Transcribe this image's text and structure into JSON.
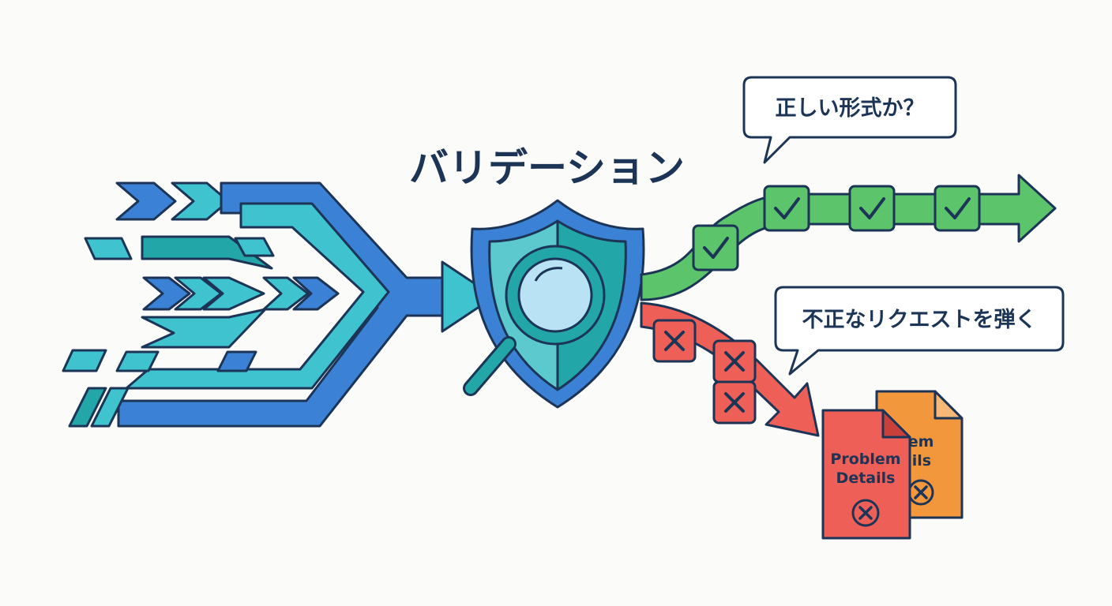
{
  "diagram": {
    "title": "バリデーション",
    "valid_bubble": "正しい形式か？",
    "invalid_bubble": "不正なリクエストを弾く",
    "problem_details_front": [
      "Problem",
      "Details"
    ],
    "problem_details_back": [
      "blem",
      "tails"
    ]
  },
  "colors": {
    "outline": "#1c3557",
    "blue": "#3b82d6",
    "teal": "#3fc3cf",
    "teal_dark": "#22a6a8",
    "shield_light": "#5cc9cf",
    "lens": "#b9e3f5",
    "green": "#5cc46a",
    "red": "#ee5f58",
    "orange": "#f2973c",
    "background": "#fbfbf9"
  },
  "icons": [
    "chevron-arrow-icon",
    "shield-icon",
    "magnifier-icon",
    "check-icon",
    "cross-icon",
    "document-icon"
  ]
}
